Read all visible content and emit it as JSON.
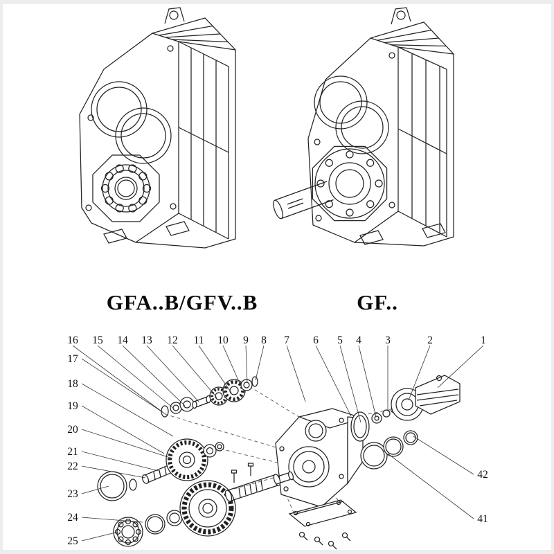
{
  "page": {
    "background": "#ffffff",
    "line_color": "#222222"
  },
  "models": {
    "left_label": "GFA..B/GFV..B",
    "right_label": "GF.."
  },
  "exploded": {
    "top_numbers": [
      "16",
      "15",
      "14",
      "13",
      "12",
      "11",
      "10",
      "9",
      "8",
      "7",
      "6",
      "5",
      "4",
      "3",
      "2",
      "1"
    ],
    "left_numbers": [
      "17",
      "18",
      "19",
      "20",
      "21",
      "22",
      "23",
      "24",
      "25"
    ],
    "right_numbers": [
      "42",
      "41"
    ]
  }
}
